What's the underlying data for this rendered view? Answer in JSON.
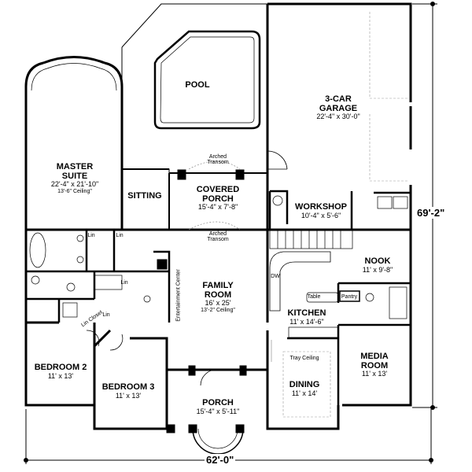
{
  "rooms": {
    "pool": {
      "name": "POOL"
    },
    "garage": {
      "name": "3-CAR\nGARAGE",
      "name_l1": "3-CAR",
      "name_l2": "GARAGE",
      "dim": "22'-4\" x 30'-0\""
    },
    "master_suite": {
      "name_l1": "MASTER",
      "name_l2": "SUITE",
      "dim": "22'-4\" x 21'-10\"",
      "ceiling": "13'-6\" Ceiling\""
    },
    "sitting": {
      "name": "SITTING"
    },
    "covered_porch": {
      "name_l1": "COVERED",
      "name_l2": "PORCH",
      "dim": "15'-4\" x 7'-8\""
    },
    "workshop": {
      "name": "WORKSHOP",
      "dim": "10'-4\" x 5'-6\""
    },
    "nook": {
      "name": "NOOK",
      "dim": "11' x 9'-8\""
    },
    "family_room": {
      "name_l1": "FAMILY",
      "name_l2": "ROOM",
      "dim": "16' x 25'",
      "ceiling": "13'-2\" Ceiling\""
    },
    "kitchen": {
      "name": "KITCHEN",
      "dim": "11' x 14'-6\""
    },
    "media_room": {
      "name_l1": "MEDIA",
      "name_l2": "ROOM",
      "dim": "11' x 13'"
    },
    "dining": {
      "name": "DINING",
      "dim": "11' x 14'",
      "ceiling": "Tray Ceiling"
    },
    "bedroom2": {
      "name": "BEDROOM 2",
      "dim": "11' x 13'"
    },
    "bedroom3": {
      "name": "BEDROOM 3",
      "dim": "11' x 13'"
    },
    "porch": {
      "name": "PORCH",
      "dim": "15'-4\" x 5'-11\""
    }
  },
  "annotations": {
    "arched_transom_top_l1": "Arched",
    "arched_transom_top_l2": "Transom",
    "arched_transom_bottom_l1": "Arched",
    "arched_transom_bottom_l2": "Transom",
    "entertainment_center": "Entertainment Center",
    "lin1": "Lin",
    "lin2": "Lin",
    "lin3": "Lin",
    "lin4": "Lin",
    "linen_closet": "Lin Closet",
    "dw": "DW",
    "table": "Table",
    "pantry": "Pantry"
  },
  "dimensions": {
    "overall_depth": "69'-2\"",
    "overall_width": "62'-0\""
  }
}
